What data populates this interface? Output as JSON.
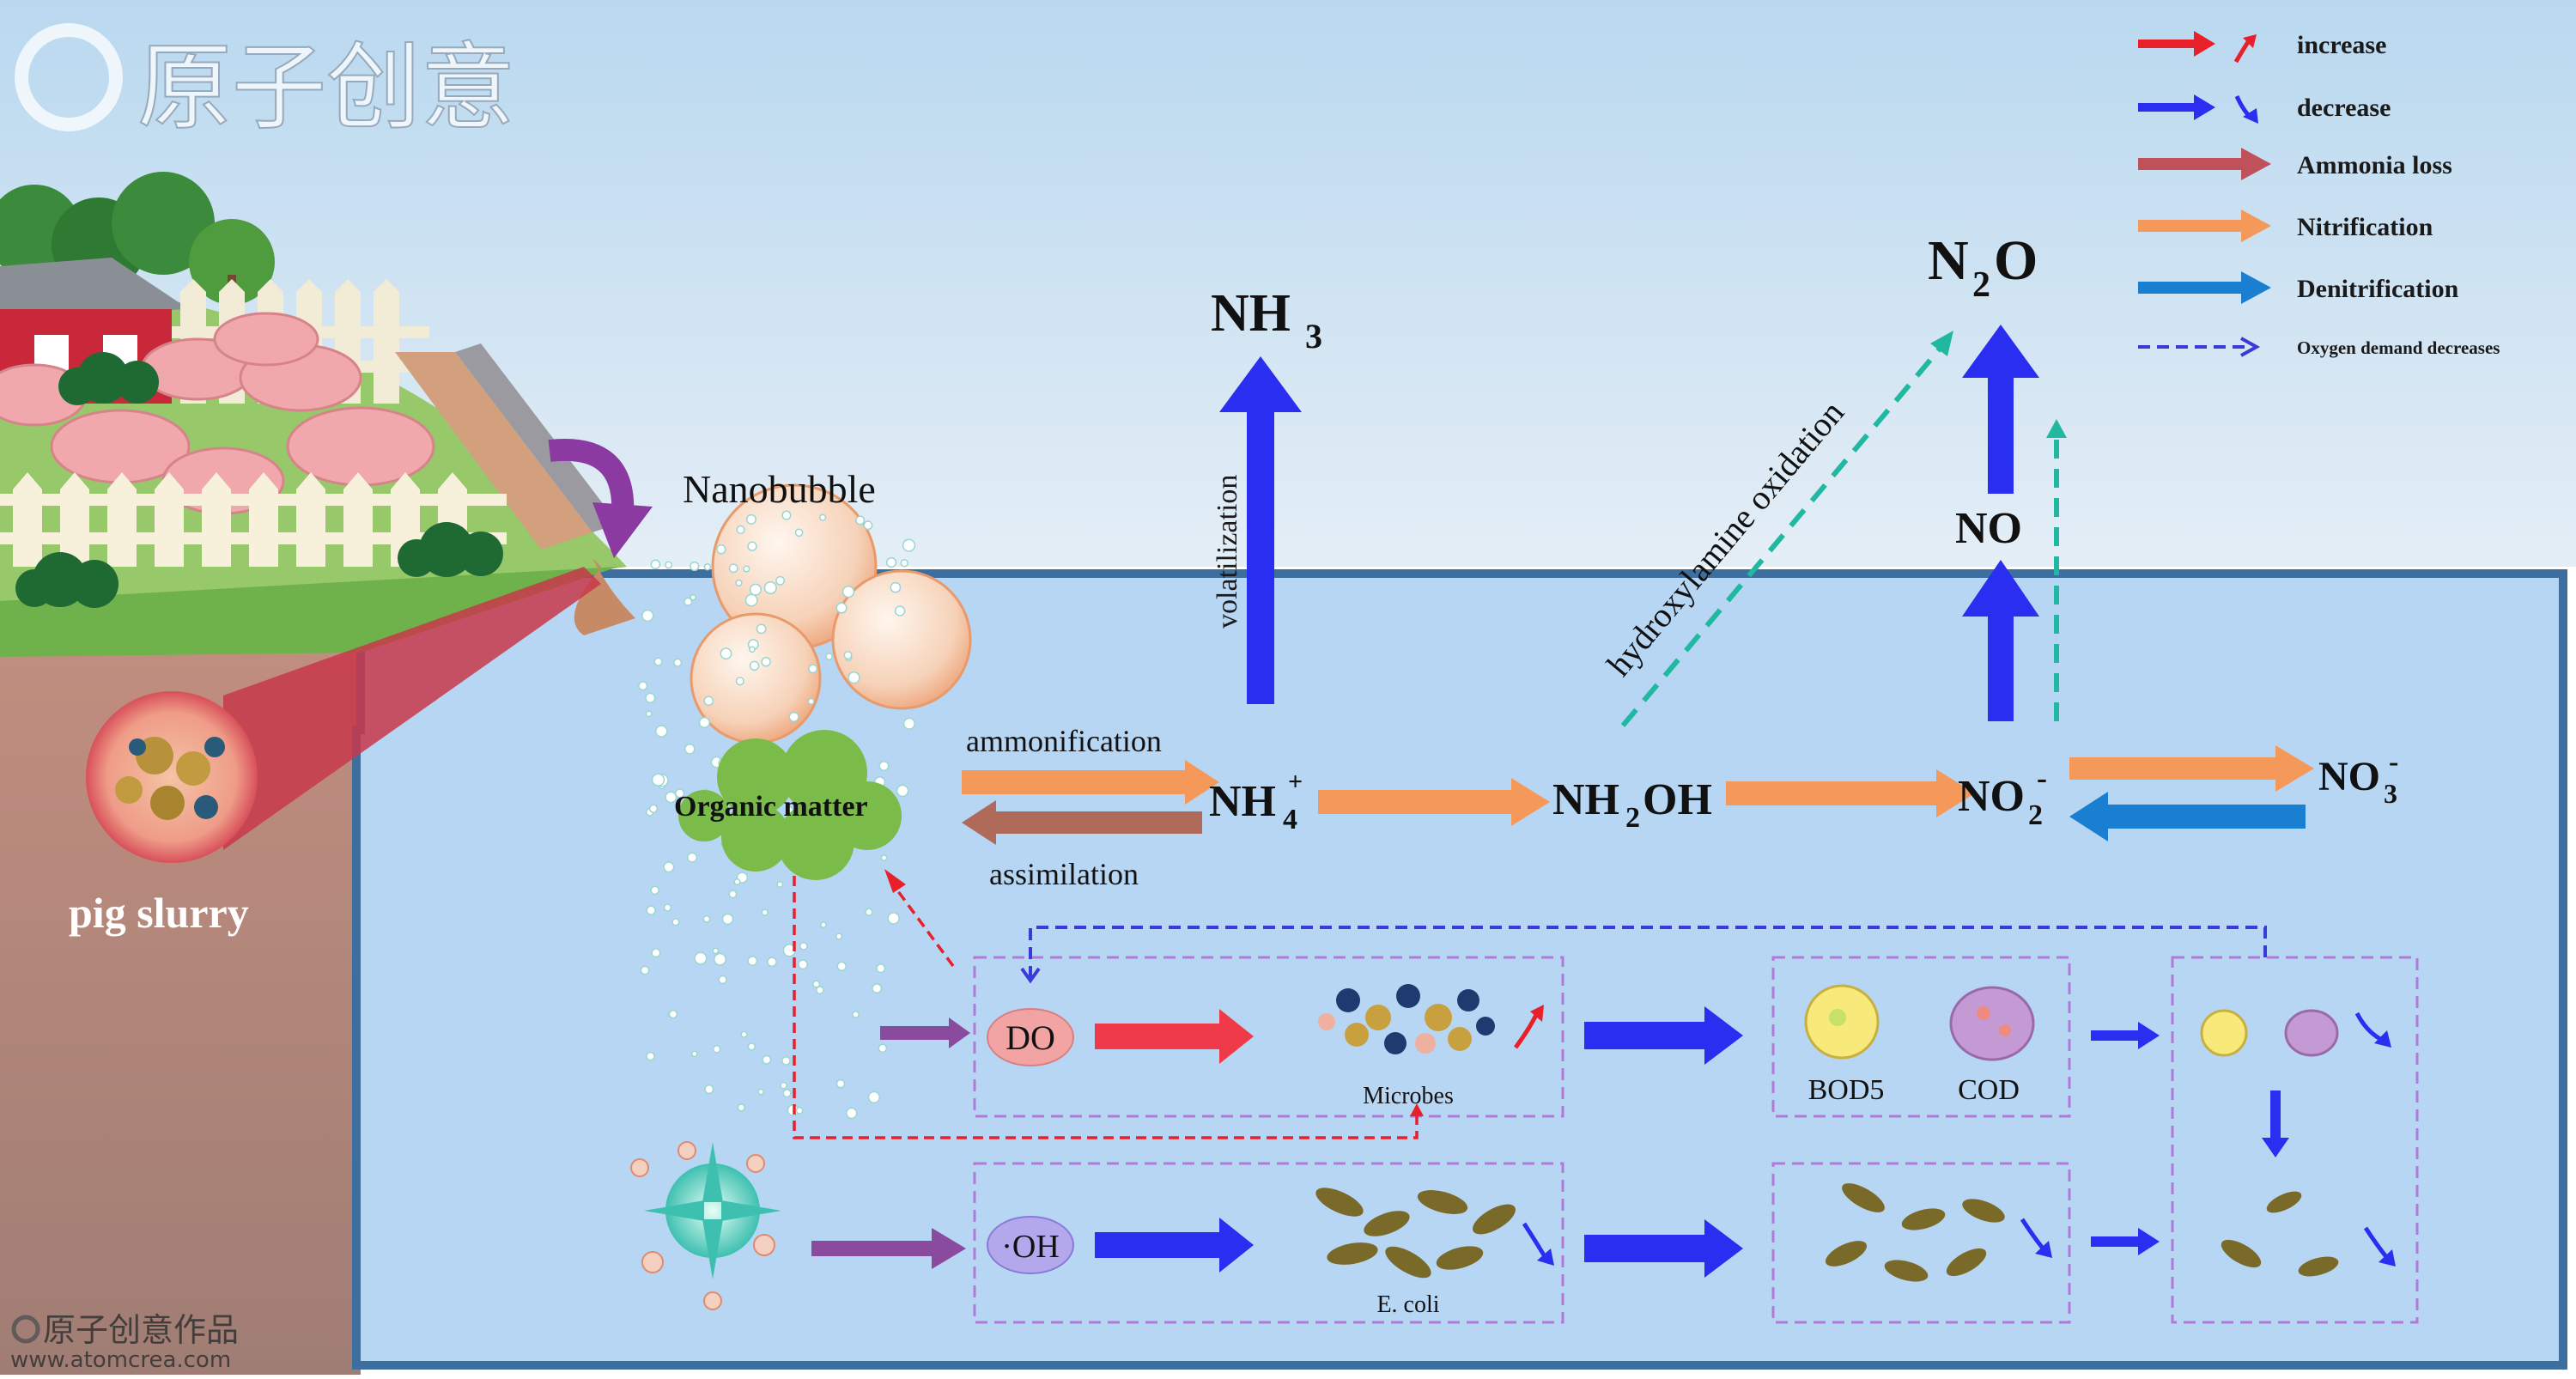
{
  "watermark": {
    "top_brand": "原子创意",
    "bottom_brand": "原子创意作品",
    "bottom_url": "www.atomcrea.com"
  },
  "legend": {
    "items": [
      {
        "label": "increase",
        "color": "#e8202a"
      },
      {
        "label": "decrease",
        "color": "#2a2ef0"
      },
      {
        "label": "Ammonia loss",
        "color": "#c0505a"
      },
      {
        "label": "Nitrification",
        "color": "#f4995a"
      },
      {
        "label": "Denitrification",
        "color": "#1a7fd0"
      },
      {
        "label": "Oxygen demand decreases",
        "color": "#3a3ad8"
      }
    ]
  },
  "scene": {
    "nanobubble": "Nanobubble",
    "organic_matter": "Organic matter",
    "pig_slurry": "pig slurry"
  },
  "nitrogen": {
    "nh3": "NH",
    "nh3_sub": "3",
    "n2o_n": "N",
    "n2o_sub": "2",
    "n2o_o": "O",
    "no": "NO",
    "nh4": "NH",
    "nh4_sub": "4",
    "nh4_sup": "+",
    "nh2oh_a": "NH",
    "nh2oh_sub": "2",
    "nh2oh_b": "OH",
    "no2": "NO",
    "no2_sub": "2",
    "no2_sup": "-",
    "no3": "NO",
    "no3_sub": "3",
    "no3_sup": "-",
    "volatilization": "volatilization",
    "ammonification": "ammonification",
    "assimilation": "assimilation",
    "hydroxylamine": "hydroxylamine oxidation"
  },
  "processes": {
    "do": "DO",
    "oh": "·OH",
    "microbes": "Microbes",
    "bod5": "BOD5",
    "cod": "COD",
    "ecoli": "E. coli"
  },
  "colors": {
    "sky_top": "#c4def2",
    "water": "#b7d6f3",
    "water_border": "#3c6ea0",
    "blue_arrow": "#2a2ef0",
    "red_arrow": "#ef3a4a",
    "orange_arrow": "#f4995a",
    "brown_arrow": "#b06a5a",
    "denit_arrow": "#1a7fd0",
    "purple_arrow": "#8a4a9e",
    "teal_dash": "#20b8a0",
    "dash_box": "#b07ad8"
  }
}
